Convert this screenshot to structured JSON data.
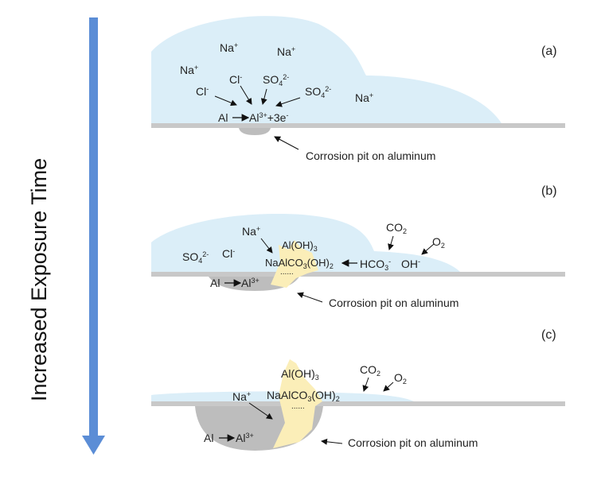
{
  "axis_label": "Increased Exposure Time",
  "colors": {
    "electrolyte": "#dbeef8",
    "metal": "#c8c8c8",
    "pit": "#bdbdbd",
    "product": "#fbeeb8",
    "time_arrow": "#5b8dd6",
    "text": "#222222"
  },
  "panels": [
    {
      "id": "a",
      "tag": "(a)",
      "ions": [
        "Na",
        "Na",
        "Na",
        "Na",
        "Cl",
        "Cl",
        "SO",
        "SO"
      ],
      "reaction": {
        "left": "Al",
        "right": "Al",
        "charge": "3+",
        "electrons": "+3e",
        "e_charge": "-"
      },
      "caption": "Corrosion pit on aluminum"
    },
    {
      "id": "b",
      "tag": "(b)",
      "species": {
        "na": "Na",
        "cl": "Cl",
        "so4": "SO",
        "aloh": "Al(OH)",
        "naalco3": "NaAlCO",
        "oh2": "(OH)",
        "hco3": "HCO",
        "oh": "OH",
        "co2": "CO",
        "o2": "O",
        "dots": "......"
      },
      "reaction": {
        "left": "Al",
        "right": "Al",
        "charge": "3+"
      },
      "caption": "Corrosion pit on aluminum"
    },
    {
      "id": "c",
      "tag": "(c)",
      "species": {
        "na": "Na",
        "aloh": "Al(OH)",
        "naalco3": "NaAlCO",
        "oh2": "(OH)",
        "co2": "CO",
        "o2": "O",
        "dots": "......"
      },
      "reaction": {
        "left": "Al",
        "right": "Al",
        "charge": "3+"
      },
      "caption": "Corrosion pit on aluminum"
    }
  ],
  "sym": {
    "plus": "+",
    "minus": "-",
    "two_minus": "2-",
    "three_plus": "3+",
    "two": "2",
    "three": "3",
    "four": "4"
  }
}
